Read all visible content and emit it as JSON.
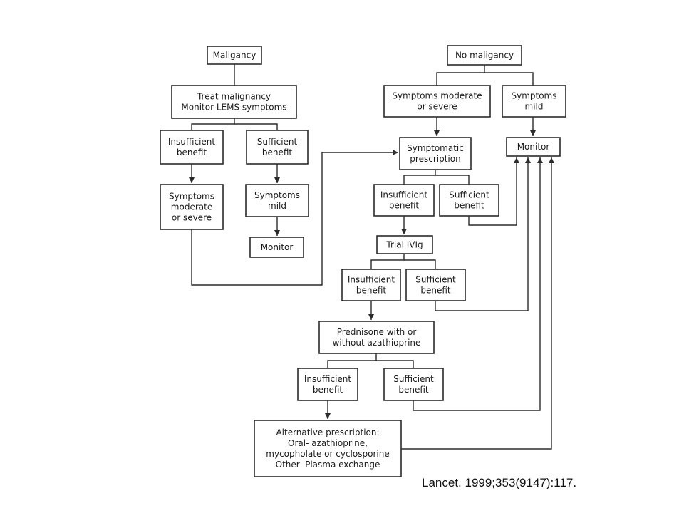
{
  "nodes": {
    "maligancy": [
      "Maligancy"
    ],
    "treat": [
      "Treat malignancy",
      "Monitor LEMS symptoms"
    ],
    "l_insufficient": [
      "Insufficient",
      "benefit"
    ],
    "l_sufficient": [
      "Sufficient",
      "benefit"
    ],
    "l_symptoms_mod": [
      "Symptoms",
      "moderate",
      "or severe"
    ],
    "l_symptoms_mild": [
      "Symptoms",
      "mild"
    ],
    "l_monitor": [
      "Monitor"
    ],
    "no_maligancy": [
      "No maligancy"
    ],
    "r_symptoms_mod": [
      "Symptoms moderate",
      "or severe"
    ],
    "r_symptoms_mild": [
      "Symptoms",
      "mild"
    ],
    "sympt_rx": [
      "Symptomatic",
      "prescription"
    ],
    "r_monitor": [
      "Monitor"
    ],
    "s_insufficient": [
      "Insufficient",
      "benefit"
    ],
    "s_sufficient": [
      "Sufficient",
      "benefit"
    ],
    "ivig": [
      "Trial IVIg"
    ],
    "i_insufficient": [
      "Insufficient",
      "benefit"
    ],
    "i_sufficient": [
      "Sufficient",
      "benefit"
    ],
    "prednisone": [
      "Prednisone with or",
      "without azathioprine"
    ],
    "p_insufficient": [
      "Insufficient",
      "benefit"
    ],
    "p_sufficient": [
      "Sufficient",
      "benefit"
    ],
    "alternative": [
      "Alternative prescription:",
      "Oral- azathioprine,",
      "mycopholate or cyclosporine",
      "Other- Plasma exchange"
    ]
  },
  "citation": "Lancet. 1999;353(9147):117."
}
